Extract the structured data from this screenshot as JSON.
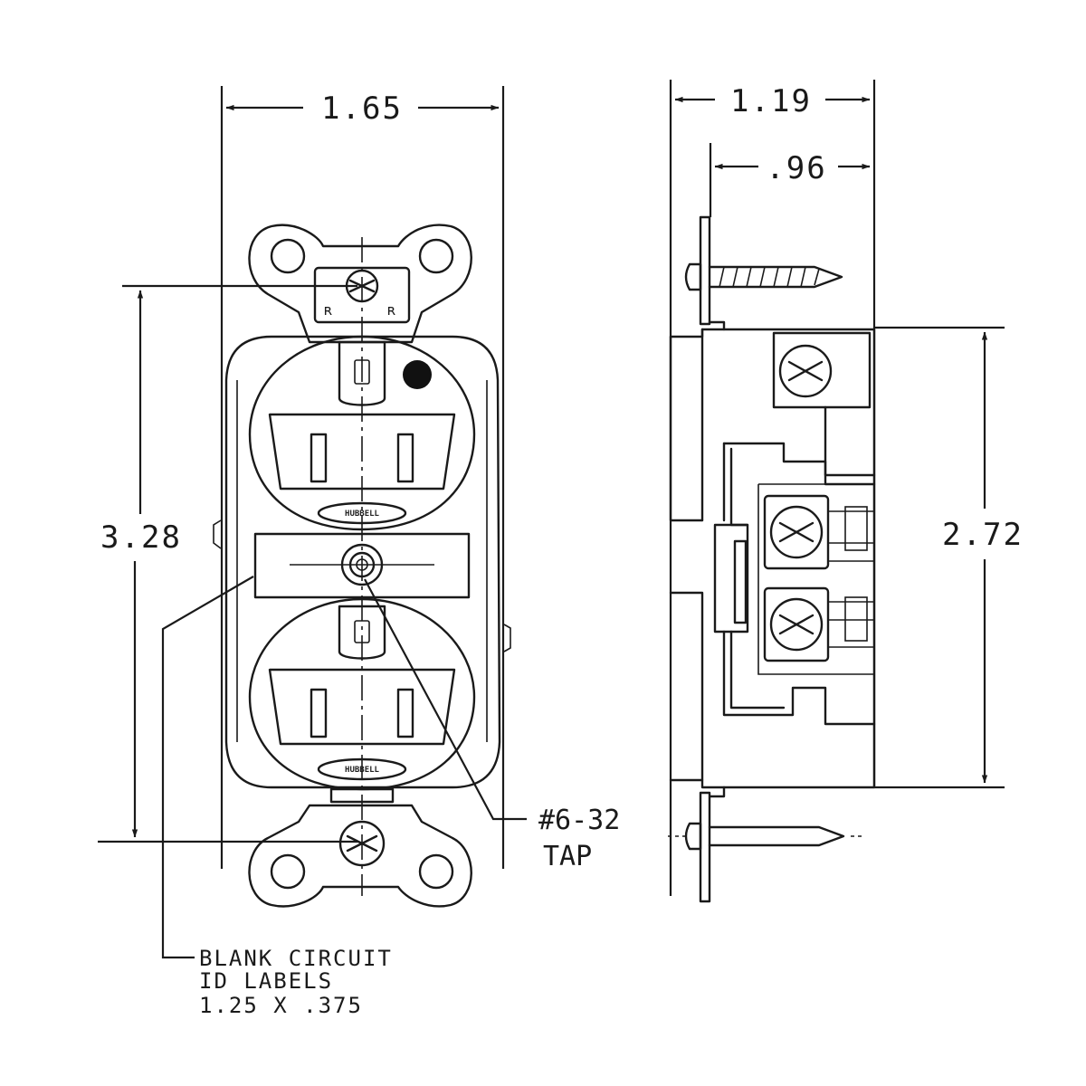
{
  "dimensions": {
    "front_width": "1.65",
    "front_height": "3.28",
    "side_depth_total": "1.19",
    "side_depth_body": ".96",
    "side_height": "2.72"
  },
  "callouts": {
    "tap_line1": "#6-32",
    "tap_line2": "TAP",
    "label_line1": "BLANK CIRCUIT",
    "label_line2": "ID LABELS",
    "label_line3": "1.25 X .375"
  },
  "branding": {
    "upper_badge": "HUBBELL",
    "lower_badge": "HUBBELL"
  },
  "colors": {
    "ink": "#1a1a1a",
    "paper": "#ffffff"
  }
}
